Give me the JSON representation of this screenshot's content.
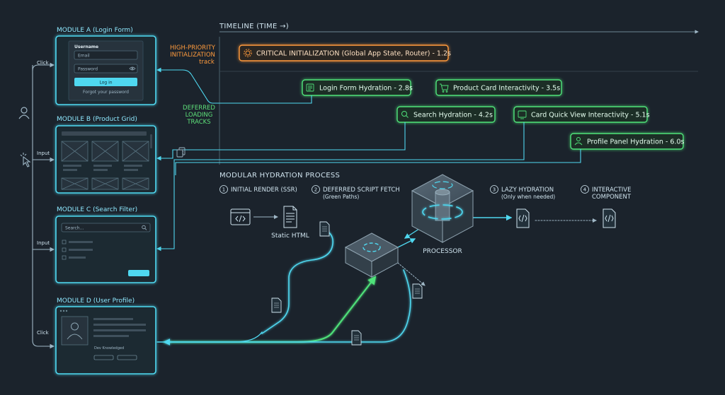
{
  "modules": {
    "a": {
      "title": "MODULE A (Login Form)",
      "username": "Username",
      "email_ph": "Email",
      "password_ph": "Password",
      "login": "Log in",
      "forgot": "Forgot your password"
    },
    "b": {
      "title": "MODULE B (Product Grid)"
    },
    "c": {
      "title": "MODULE C (Search Filter)",
      "search_ph": "Search..."
    },
    "d": {
      "title": "MODULE D (User Profile)",
      "caption": "Dev Knowledged"
    }
  },
  "interactions": {
    "click_top": "Click",
    "input_mid": "Input",
    "input_low": "Input",
    "click_bottom": "Click"
  },
  "timeline": {
    "title": "TIMELINE (TIME →)",
    "priority_label": [
      "HIGH-PRIORITY",
      "INITIALIZATION",
      "track"
    ],
    "deferred_label": [
      "DEFERRED",
      "LOADING",
      "TRACKS"
    ],
    "critical": "CRITICAL INITIALIZATION (Global App State, Router) - 1.2s",
    "tasks": [
      {
        "label": "Login Form Hydration - 2.8s"
      },
      {
        "label": "Product Card Interactivity - 3.5s"
      },
      {
        "label": "Search Hydration - 4.2s"
      },
      {
        "label": "Card Quick View Interactivity - 5.1s"
      },
      {
        "label": "Profile Panel Hydration - 6.0s"
      }
    ]
  },
  "process": {
    "title": "MODULAR HYDRATION PROCESS",
    "steps": [
      {
        "num": "1",
        "label": "INITIAL RENDER (SSR)",
        "sub": ""
      },
      {
        "num": "2",
        "label": "DEFERRED SCRIPT FETCH",
        "sub": "(Green Paths)"
      },
      {
        "num": "3",
        "label": "LAZY HYDRATION",
        "sub": "(Only when needed)"
      },
      {
        "num": "4",
        "label": "INTERACTIVE",
        "sub": "COMPONENT"
      }
    ],
    "static_html": "Static HTML",
    "processor": "PROCESSOR"
  },
  "colors": {
    "bg": "#1b232c",
    "cyan": "#4fd8f0",
    "green": "#4fe27a",
    "orange": "#ff9a3c"
  }
}
